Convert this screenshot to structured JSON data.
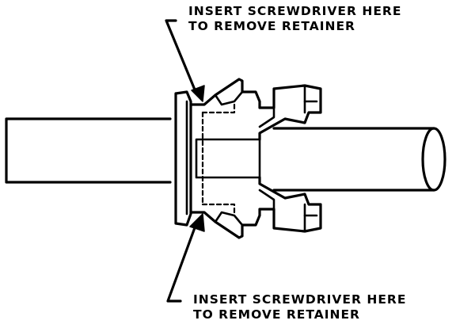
{
  "callouts": {
    "top": {
      "line1": "INSERT SCREWDRIVER HERE",
      "line2": "TO REMOVE RETAINER"
    },
    "bottom": {
      "line1": "INSERT SCREWDRIVER HERE",
      "line2": "TO REMOVE RETAINER"
    }
  },
  "colors": {
    "ink": "#000000",
    "paper": "#ffffff"
  }
}
